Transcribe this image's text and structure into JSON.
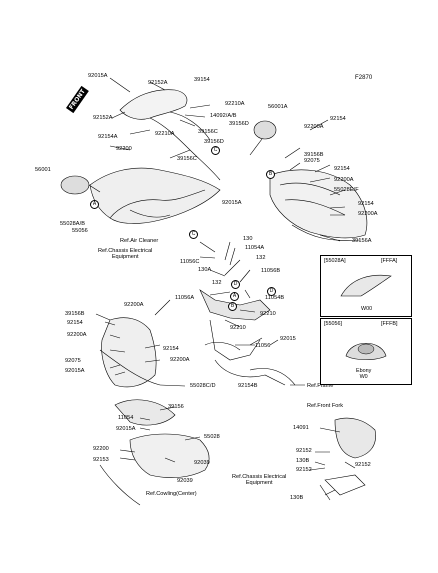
{
  "diagram": {
    "code": "F2870",
    "front_label": "FRONT",
    "part_labels": [
      "92015A",
      "92152A",
      "39154",
      "92152A",
      "92210A",
      "14092/A/B",
      "39156D",
      "92210A",
      "39156C",
      "39156D",
      "92154A",
      "92200",
      "39156C",
      "56001A",
      "92200A",
      "92154",
      "39156B",
      "92075",
      "92154",
      "92200A",
      "55028E/F",
      "92154",
      "92200A",
      "39156A",
      "92015A",
      "56001",
      "55028A/B",
      "55056",
      "130",
      "11054A",
      "11056C",
      "132",
      "130A",
      "11056B",
      "132",
      "11056A",
      "11054B",
      "92210",
      "92210",
      "92200A",
      "39156B",
      "92154",
      "92200A",
      "92075",
      "92015A",
      "92154",
      "92200A",
      "92015",
      "11056",
      "55028C/D",
      "39156",
      "11054",
      "92015A",
      "55028",
      "92200",
      "92153",
      "92039",
      "92039",
      "14091",
      "92152",
      "130B",
      "92152",
      "92152",
      "130B",
      "92154B"
    ],
    "reference_notes": [
      "Ref.Air Cleaner",
      "Ref.Chassis Electrical\nEquipment",
      "Ref.Frame",
      "Ref.Front Fork",
      "Ref.Chassis Electrical\nEquipment",
      "Ref.Cowling(Center)"
    ],
    "callouts": [
      "A",
      "B",
      "C",
      "C",
      "D",
      "D",
      "A",
      "B"
    ],
    "insets": [
      {
        "part": "[55028A]",
        "variant": "[FFFA]",
        "caption": "W00"
      },
      {
        "part": "[55056]",
        "variant": "[FFFB]",
        "caption": "Ebony\nW0"
      }
    ]
  }
}
